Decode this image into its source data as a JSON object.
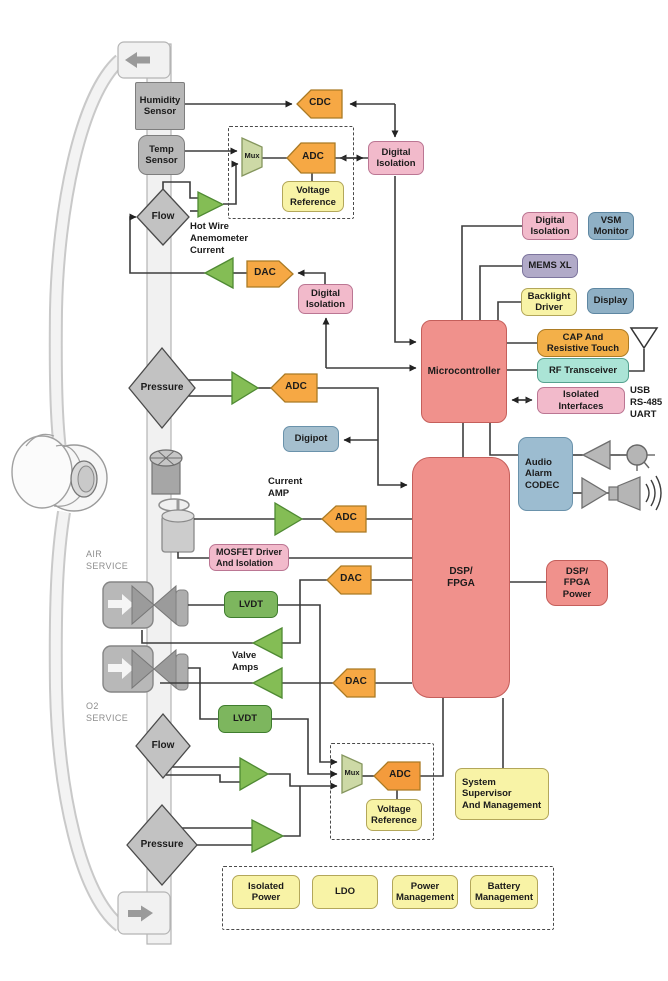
{
  "diagram": {
    "sensors": {
      "humidity": "Humidity\nSensor",
      "temp": "Temp\nSensor",
      "flow_top": "Flow",
      "pressure_top": "Pressure",
      "flow_bottom": "Flow",
      "pressure_bottom": "Pressure"
    },
    "converters": {
      "cdc": "CDC",
      "adc_top": "ADC",
      "dac_top": "DAC",
      "adc_pressure": "ADC",
      "adc_current": "ADC",
      "dac_mid": "DAC",
      "dac_low": "DAC",
      "adc_bottom": "ADC",
      "mux_top": "Mux",
      "mux_bottom": "Mux",
      "vref_top": "Voltage\nReference",
      "vref_bottom": "Voltage\nReference",
      "digipot": "Digipot"
    },
    "isolation": {
      "digital_isolation_top": "Digital\nIsolation",
      "digital_isolation_mid": "Digital\nIsolation",
      "digital_isolation_right": "Digital\nIsolation",
      "mosfet": "MOSFET Driver\nAnd Isolation",
      "isolated_interfaces": "Isolated\nInterfaces"
    },
    "processors": {
      "microcontroller": "Microcontroller",
      "dsp": "DSP/\nFPGA",
      "dsp_power": "DSP/\nFPGA\nPower"
    },
    "peripherals": {
      "vsm_monitor": "VSM\nMonitor",
      "mems_xl": "MEMS XL",
      "backlight": "Backlight\nDriver",
      "display": "Display",
      "touch": "CAP And\nResistive Touch",
      "rf": "RF Transceiver",
      "usb": "USB\nRS-485\nUART",
      "audio_codec": "Audio\nAlarm\nCODEC",
      "lvdt_air": "LVDT",
      "lvdt_o2": "LVDT"
    },
    "power": {
      "supervisor": "System Supervisor\nAnd Management",
      "isolated_power": "Isolated\nPower",
      "ldo": "LDO",
      "power_mgmt": "Power\nManagement",
      "battery_mgmt": "Battery\nManagement"
    },
    "annotations": {
      "hot_wire": "Hot Wire\nAnemometer\nCurrent",
      "current_amp": "Current\nAMP",
      "valve_amps": "Valve\nAmps",
      "air_service": "AIR\nSERVICE",
      "o2_service": "O2\nSERVICE"
    }
  },
  "colors": {
    "wire": "#3d3d3d",
    "converter_orange": "#f6a844",
    "isolation_pink": "#f2bacb",
    "reference_yellow": "#f8f3a6",
    "processor_salmon": "#f0918c",
    "peripheral_blue": "#8fb0c5",
    "mems_lavender": "#b1aac8",
    "rf_teal": "#abe4d6",
    "lvdt_green": "#7db65e",
    "amp_green": "#84bd55",
    "sensor_gray": "#b7b7b7",
    "mux_olive": "#cdd9a6",
    "touch_orange": "#f3b049",
    "codec_blue": "#9cbcd0"
  }
}
